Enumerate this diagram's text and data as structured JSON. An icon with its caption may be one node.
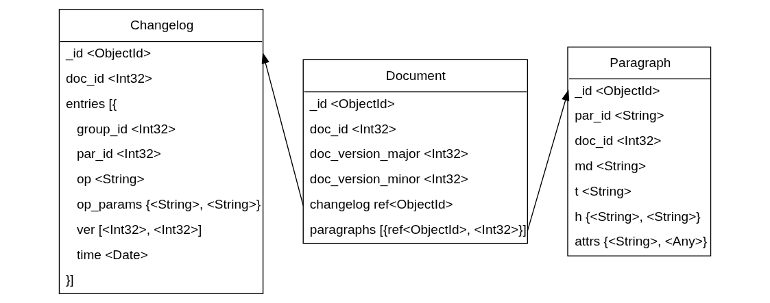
{
  "diagram": {
    "nodes": [
      {
        "text": [
          "Changelog",
          "_id <ObjectId>",
          "doc_id <Int32>",
          "entries [{",
          "group_id <Int32>",
          "par_id <Int32>",
          "op <String>",
          "op_params {<String>, <String>}",
          "ver [<Int32>, <Int32>]",
          "time <Date>",
          "}]"
        ]
      },
      {
        "text": [
          "Document",
          "_id <ObjectId>",
          "doc_id <Int32>",
          "doc_version_major <Int32>",
          "doc_version_minor <Int32>",
          "changelog ref<ObjectId>",
          "paragraphs [{ref<ObjectId>, <Int32>}]"
        ]
      },
      {
        "text": [
          "Paragraph",
          "_id <ObjectId>",
          "par_id <String>",
          "doc_id <Int32>",
          "md <String>",
          "t <String>",
          "h {<String>, <String>}",
          "attrs {<String>, <Any>}"
        ]
      }
    ],
    "edges": [
      {
        "from": 1,
        "to": 0,
        "arrow": "to"
      },
      {
        "from": 1,
        "to": 2,
        "arrow": "to"
      }
    ]
  }
}
